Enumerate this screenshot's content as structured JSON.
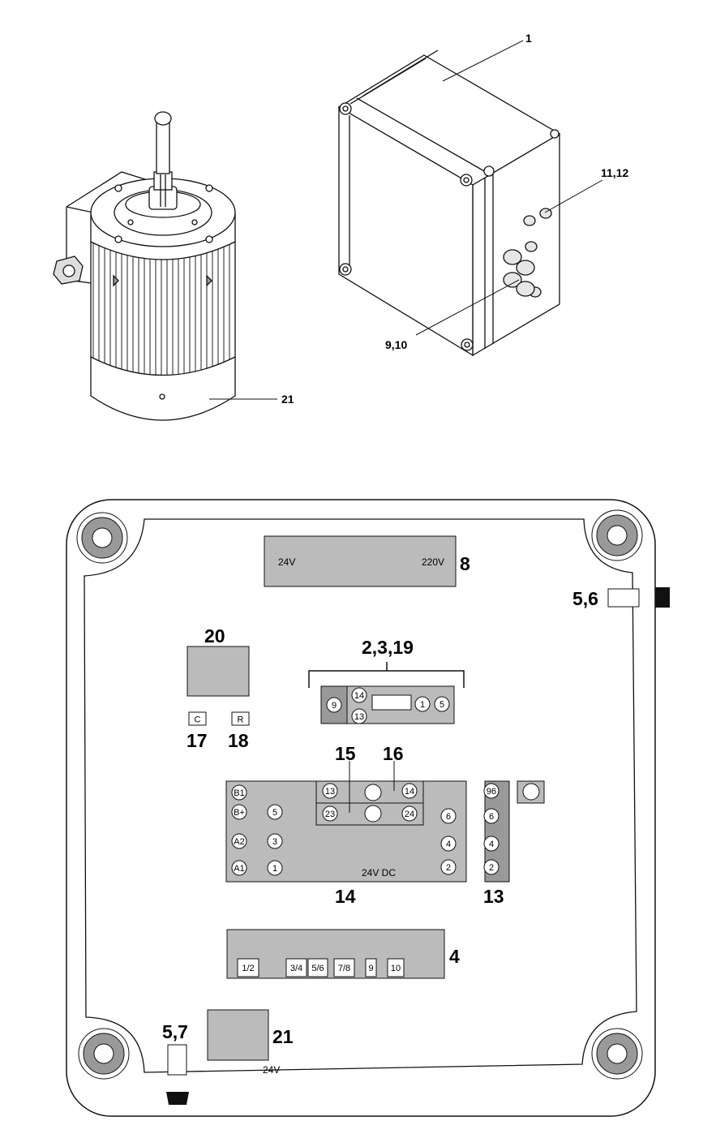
{
  "callouts": {
    "box": "1",
    "glands_small": "11,12",
    "glands_large": "9,10",
    "motor_cover": "21"
  },
  "panel": {
    "transformer": {
      "label": "8",
      "left_text": "24V",
      "right_text": "220V"
    },
    "right_switch": {
      "label": "5,6"
    },
    "relay_20": {
      "label": "20"
    },
    "indicator_c": {
      "letter": "C",
      "label": "17"
    },
    "indicator_r": {
      "letter": "R",
      "label": "18"
    },
    "timer": {
      "label": "2,3,19",
      "terminals": [
        "9",
        "14",
        "13",
        "1",
        "5"
      ]
    },
    "contactor": {
      "label": "14",
      "voltage": "24V DC",
      "aux_left_label": "15",
      "aux_right_label": "16",
      "aux_terminals": [
        "13",
        "14",
        "23",
        "24"
      ],
      "left_terminals": [
        "B1",
        "B+",
        "A2",
        "A1"
      ],
      "mid_terminals": [
        "5",
        "3",
        "1"
      ],
      "right_terminals": [
        "6",
        "4",
        "2"
      ]
    },
    "overload": {
      "label": "13",
      "terminals": [
        "96",
        "6",
        "4",
        "2"
      ]
    },
    "terminal_strip": {
      "label": "4",
      "terminals": [
        "1/2",
        "3/4",
        "5/6",
        "7/8",
        "9",
        "10"
      ]
    },
    "bottom_switch": {
      "label": "5,7"
    },
    "bottom_module": {
      "label": "21",
      "voltage": "24V"
    }
  }
}
